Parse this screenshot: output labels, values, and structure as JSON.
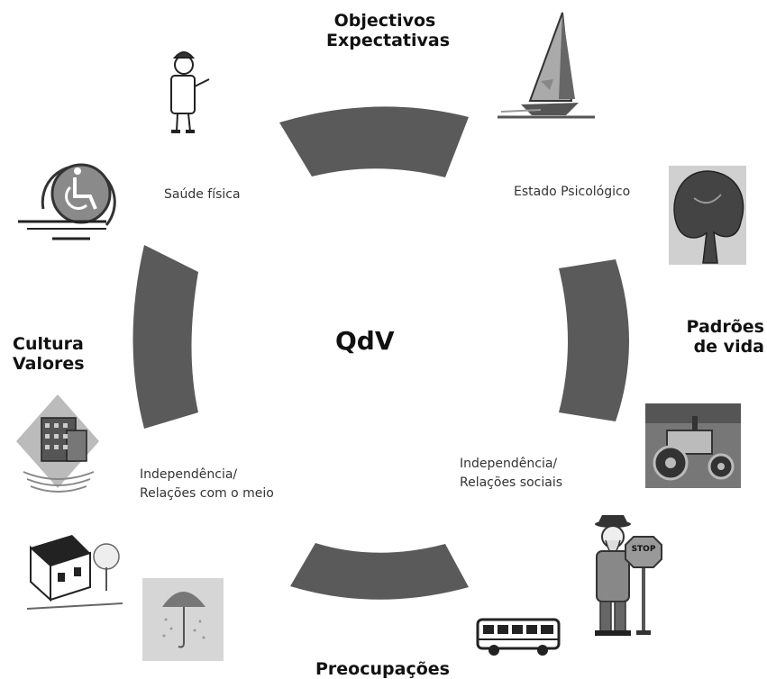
{
  "center_label": "QdV",
  "outer_labels": {
    "top": [
      "Objectivos",
      "Expectativas"
    ],
    "right": [
      "Padrões",
      "de vida"
    ],
    "left": [
      "Cultura",
      "Valores"
    ],
    "bottom": [
      "Preocupações"
    ]
  },
  "inner_labels": {
    "top_left": "Saúde física",
    "top_right": "Estado Psicológico",
    "bottom_right": [
      "Independência/",
      "Relações sociais"
    ],
    "bottom_left": [
      "Independência/",
      "Relações com o meio"
    ]
  },
  "stop_sign_text": "STOP",
  "colors": {
    "arc": "#5a5a5a",
    "icon_dark": "#333333",
    "icon_mid": "#7a7a7a",
    "icon_light": "#b0b0b0"
  },
  "icons": [
    "doctor-icon",
    "wheelchair-icon",
    "sailboat-icon",
    "tree-icon",
    "tractor-icon",
    "police-officer-icon",
    "stop-sign-icon",
    "bus-icon",
    "umbrella-icon",
    "house-icon",
    "office-building-icon"
  ]
}
